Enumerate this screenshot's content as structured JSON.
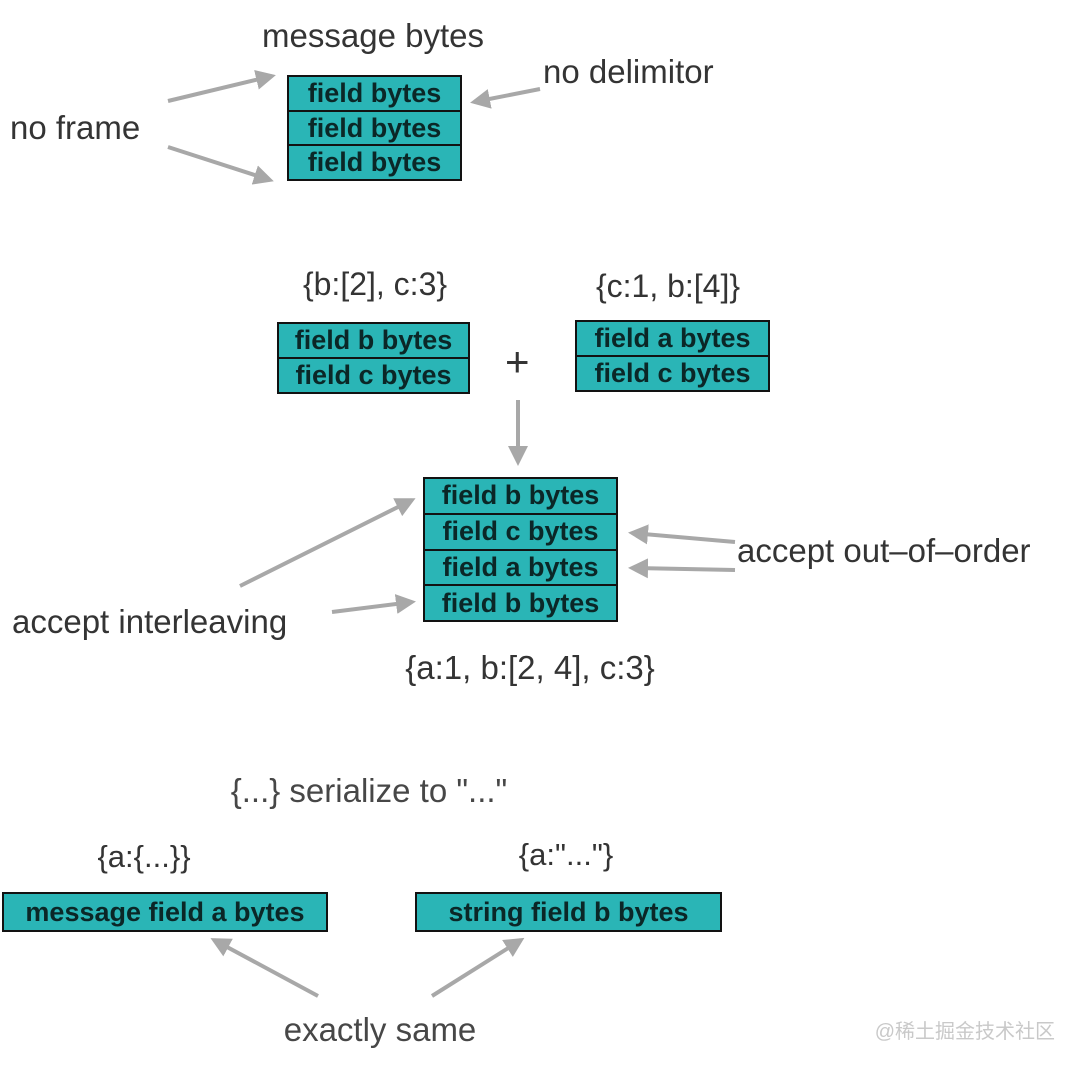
{
  "labels": {
    "message_bytes": "message bytes",
    "no_frame": "no frame",
    "no_delimitor": "no delimitor",
    "left_object": "{b:[2], c:3}",
    "right_object": "{c:1, b:[4]}",
    "plus": "+",
    "accept_interleaving": "accept interleaving",
    "accept_out_of_order": "accept out–of–order",
    "merged_object": "{a:1, b:[2, 4], c:3}",
    "serialize_note": "{...} serialize to \"...\"",
    "nested_object": "{a:{...}}",
    "string_object": "{a:\"...\"}",
    "exactly_same": "exactly same",
    "watermark": "@稀土掘金技术社区"
  },
  "stacks": {
    "message": {
      "rows": [
        "field bytes",
        "field bytes",
        "field bytes"
      ]
    },
    "left": {
      "rows": [
        "field b bytes",
        "field c bytes"
      ]
    },
    "right": {
      "rows": [
        "field a bytes",
        "field c bytes"
      ]
    },
    "merged": {
      "rows": [
        "field b bytes",
        "field c bytes",
        "field a bytes",
        "field b bytes"
      ]
    },
    "nested_message": {
      "rows": [
        "message field a bytes"
      ]
    },
    "string_field": {
      "rows": [
        "string field b bytes"
      ]
    }
  },
  "colors": {
    "box_fill": "#2ab5b6",
    "box_border": "#121212",
    "box_text": "#0b2727",
    "label_text": "#343434",
    "arrow": "#a8a8a8",
    "watermark": "#c9c9c9",
    "background": "#ffffff"
  }
}
